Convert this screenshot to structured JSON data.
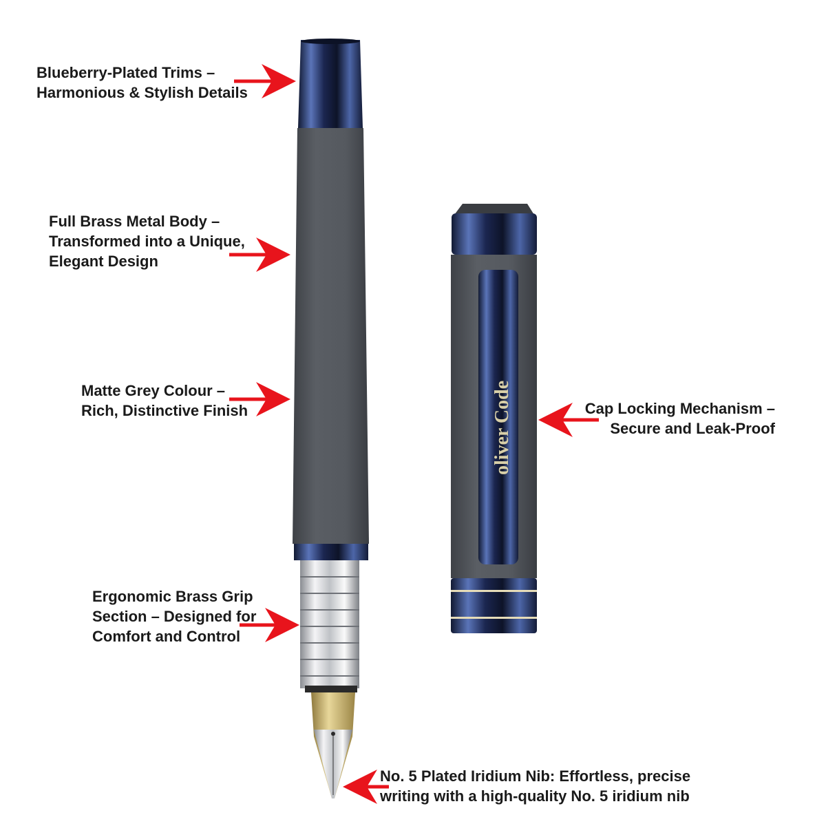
{
  "brand": {
    "logo_text": "oliver Code"
  },
  "colors": {
    "arrow": "#e8141c",
    "body": "#54585e",
    "trim": "#2c3d6e",
    "text": "#1a1a1a"
  },
  "callouts": [
    {
      "lines": [
        "Blueberry-Plated Trims –",
        "Harmonious & Stylish Details"
      ]
    },
    {
      "lines": [
        "Full Brass Metal Body –",
        "Transformed into a Unique,",
        "Elegant Design"
      ]
    },
    {
      "lines": [
        "Matte Grey Colour –",
        "Rich, Distinctive Finish"
      ]
    },
    {
      "lines": [
        "Ergonomic Brass Grip",
        "Section – Designed for",
        "Comfort and Control"
      ]
    },
    {
      "lines": [
        "Cap Locking Mechanism –",
        "Secure and Leak-Proof"
      ]
    },
    {
      "lines": [
        "No. 5 Plated Iridium Nib: Effortless, precise",
        "writing with a high-quality No. 5 iridium nib"
      ]
    }
  ]
}
